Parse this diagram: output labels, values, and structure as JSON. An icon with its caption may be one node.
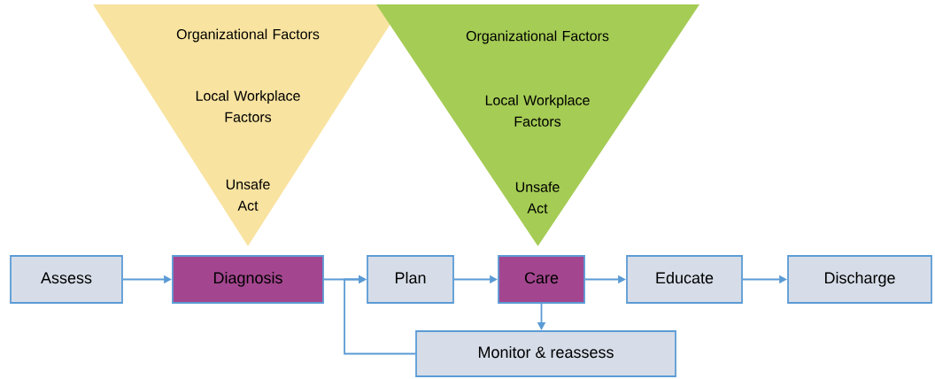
{
  "diagram": {
    "nodes": [
      {
        "text": [
          "Organizational Factors",
          "Local Workplace Factors",
          "Unsafe Act"
        ]
      },
      {
        "text": [
          "Organizational Factors",
          "Local Workplace Factors",
          "Unsafe Act"
        ]
      },
      {
        "text": [
          "Assess"
        ]
      },
      {
        "text": [
          "Diagnosis"
        ]
      },
      {
        "text": [
          "Plan"
        ]
      },
      {
        "text": [
          "Care"
        ]
      },
      {
        "text": [
          "Educate"
        ]
      },
      {
        "text": [
          "Discharge"
        ]
      },
      {
        "text": [
          "Monitor & reassess"
        ]
      }
    ],
    "edges": [
      {
        "from": 2,
        "to": 3,
        "arrow": "to"
      },
      {
        "from": 3,
        "to": 4,
        "arrow": "to"
      },
      {
        "from": 4,
        "to": 5,
        "arrow": "to"
      },
      {
        "from": 5,
        "to": 6,
        "arrow": "to"
      },
      {
        "from": 6,
        "to": 7,
        "arrow": "to"
      },
      {
        "from": 5,
        "to": 8,
        "arrow": "to"
      },
      {
        "from": 8,
        "to": 4,
        "arrow": "to"
      }
    ]
  }
}
